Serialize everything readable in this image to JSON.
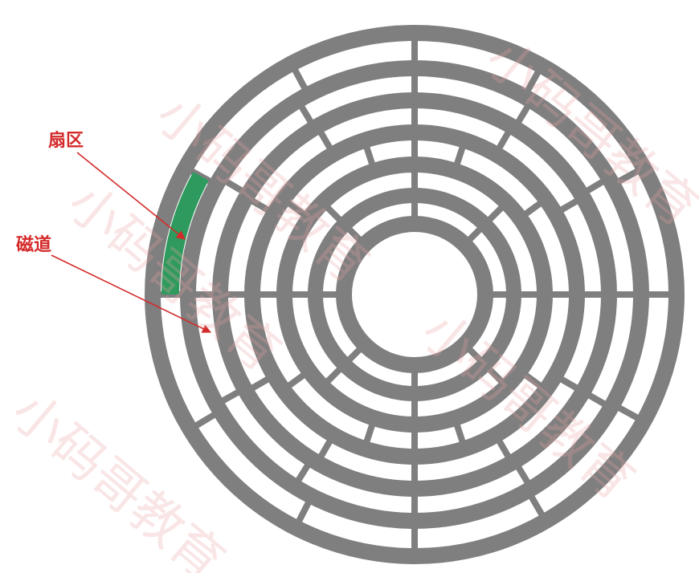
{
  "labels": {
    "sector": "扇区",
    "track": "磁道"
  },
  "colors": {
    "background": "#ffffff",
    "disk": "#7f7f7f",
    "gap": "#ffffff",
    "highlight": "#2e9a5e",
    "annotation": "#d42a2a",
    "watermark": "#e8a0a0"
  },
  "disk": {
    "track_count": 6,
    "highlighted_track_index": 0,
    "highlighted_sector": "left of vertical axis, above horizontal axis (outer track)"
  },
  "watermark": {
    "text": "小码哥教育"
  }
}
